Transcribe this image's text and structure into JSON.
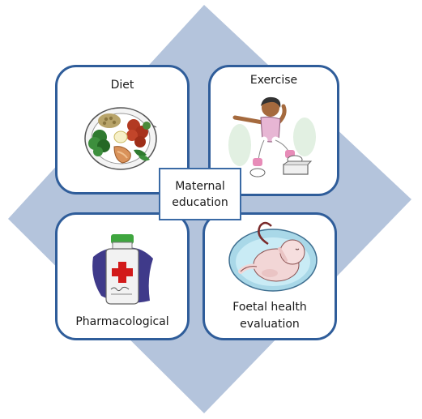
{
  "center": {
    "line1": "Maternal",
    "line2": "education"
  },
  "cards": {
    "diet": {
      "label": "Diet"
    },
    "exercise": {
      "label": "Exercise"
    },
    "pharmacological": {
      "label": "Pharmacological"
    },
    "foetal": {
      "line1": "Foetal health",
      "line2": "evaluation"
    }
  },
  "colors": {
    "diamond": "#b4c4dc",
    "card_border": "#2f5d9a"
  }
}
